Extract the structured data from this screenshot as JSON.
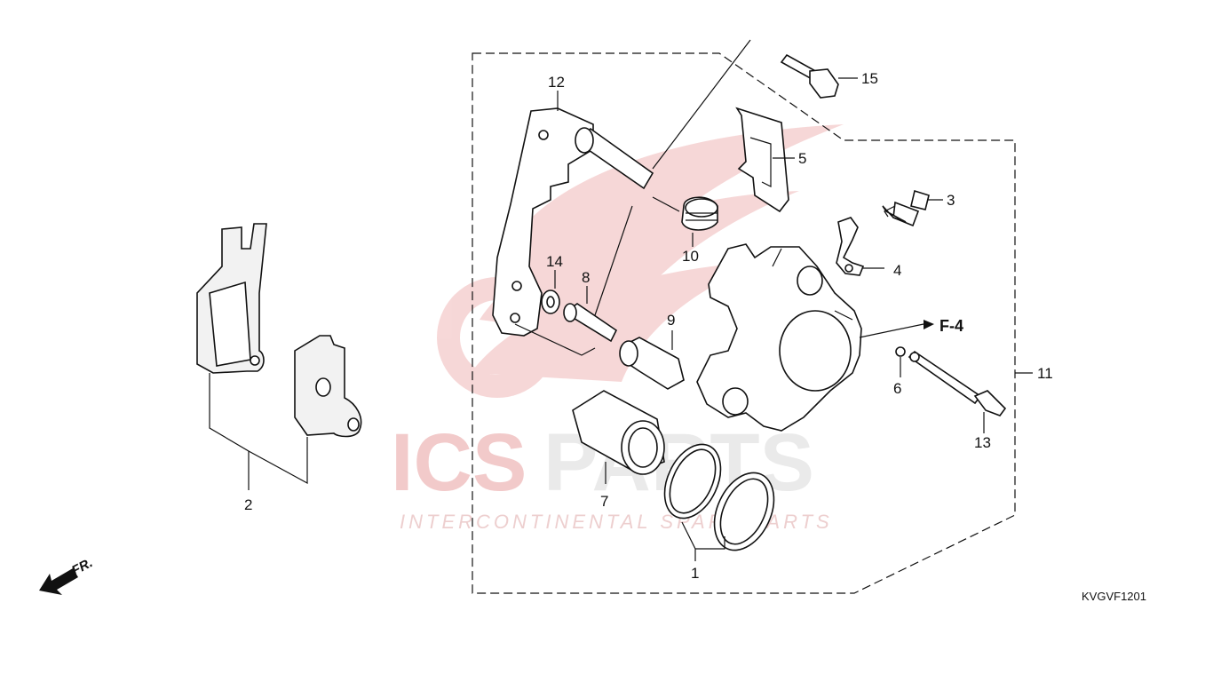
{
  "diagram": {
    "code": "KVGVF1201",
    "ref_label": "F-4",
    "direction_label": "FR.",
    "callouts": {
      "c1": "1",
      "c2": "2",
      "c3": "3",
      "c4": "4",
      "c5": "5",
      "c6": "6",
      "c7": "7",
      "c8": "8",
      "c9": "9",
      "c10": "10",
      "c11": "11",
      "c12": "12",
      "c13": "13",
      "c14": "14",
      "c15": "15"
    }
  },
  "watermark": {
    "brand_red": "ICS",
    "brand_gray": "PARTS",
    "tagline": "INTERCONTINENTAL SPARE PARTS",
    "colors": {
      "red": "#e8a0a0",
      "gray": "#d9d9d9"
    }
  }
}
